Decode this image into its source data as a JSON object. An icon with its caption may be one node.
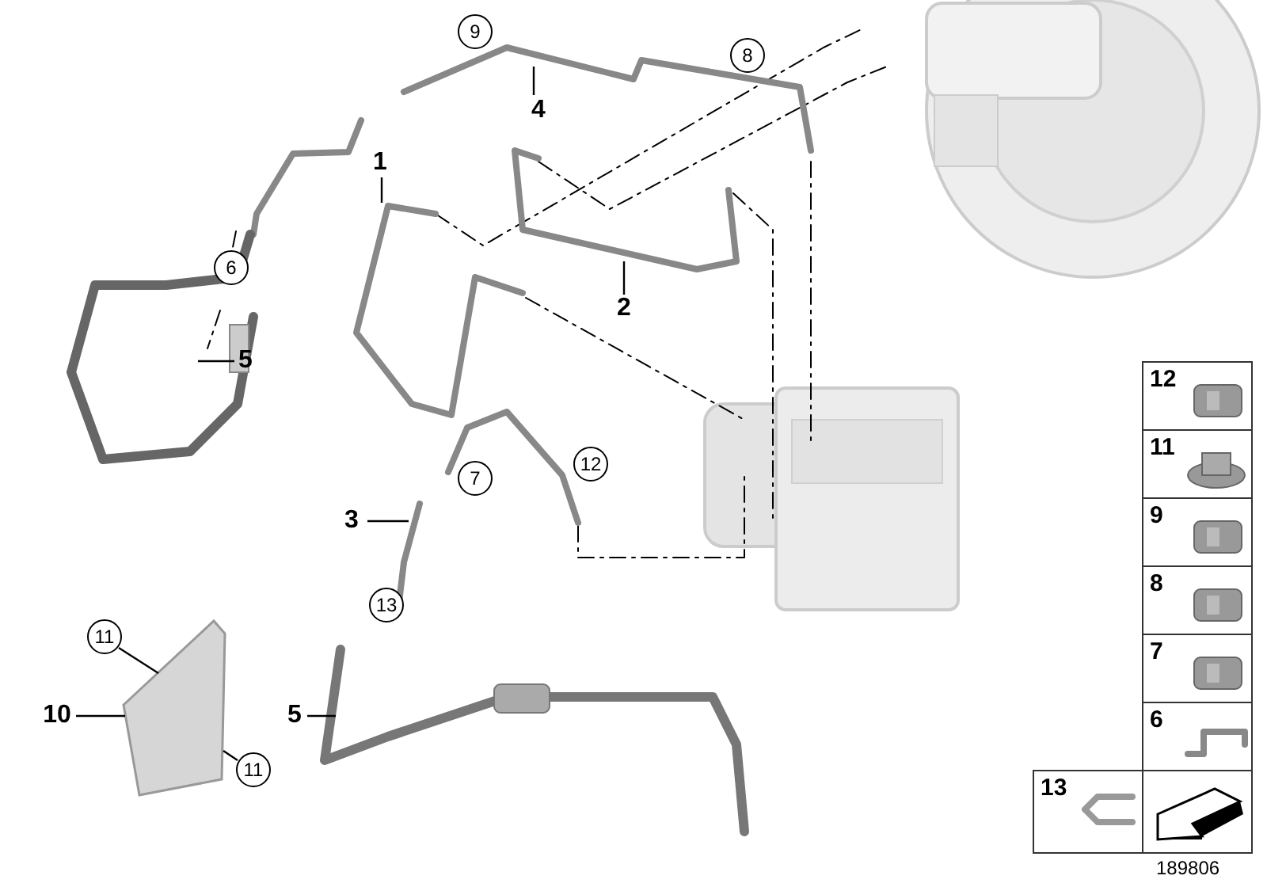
{
  "diagram": {
    "nodes": [
      {
        "text": [
          "9"
        ]
      },
      {
        "text": [
          "8"
        ]
      },
      {
        "text": [
          "4"
        ]
      },
      {
        "text": [
          "1"
        ]
      },
      {
        "text": [
          "6"
        ]
      },
      {
        "text": [
          "2"
        ]
      },
      {
        "text": [
          "5"
        ]
      },
      {
        "text": [
          "12"
        ]
      },
      {
        "text": [
          "7"
        ]
      },
      {
        "text": [
          "3"
        ]
      },
      {
        "text": [
          "13"
        ]
      },
      {
        "text": [
          "11"
        ]
      },
      {
        "text": [],
        "shape": "picture"
      },
      {
        "text": [
          "10"
        ]
      },
      {
        "text": [
          "5"
        ]
      },
      {
        "text": [
          "11"
        ]
      }
    ],
    "edges": [
      {
        "from": 2,
        "to": null,
        "arrow": "none"
      },
      {
        "from": 3,
        "to": null,
        "arrow": "none"
      },
      {
        "from": 5,
        "to": null,
        "arrow": "none"
      },
      {
        "from": 6,
        "to": null,
        "arrow": "none"
      },
      {
        "from": 9,
        "to": null,
        "arrow": "none"
      },
      {
        "from": 11,
        "to": 12,
        "arrow": "none"
      },
      {
        "from": 13,
        "to": 12,
        "arrow": "none"
      },
      {
        "from": 14,
        "to": null,
        "arrow": "none"
      },
      {
        "from": 15,
        "to": 12,
        "arrow": "none"
      }
    ],
    "labels": [
      "12",
      "11",
      "9",
      "8",
      "7",
      "6",
      "13",
      "189806"
    ]
  }
}
